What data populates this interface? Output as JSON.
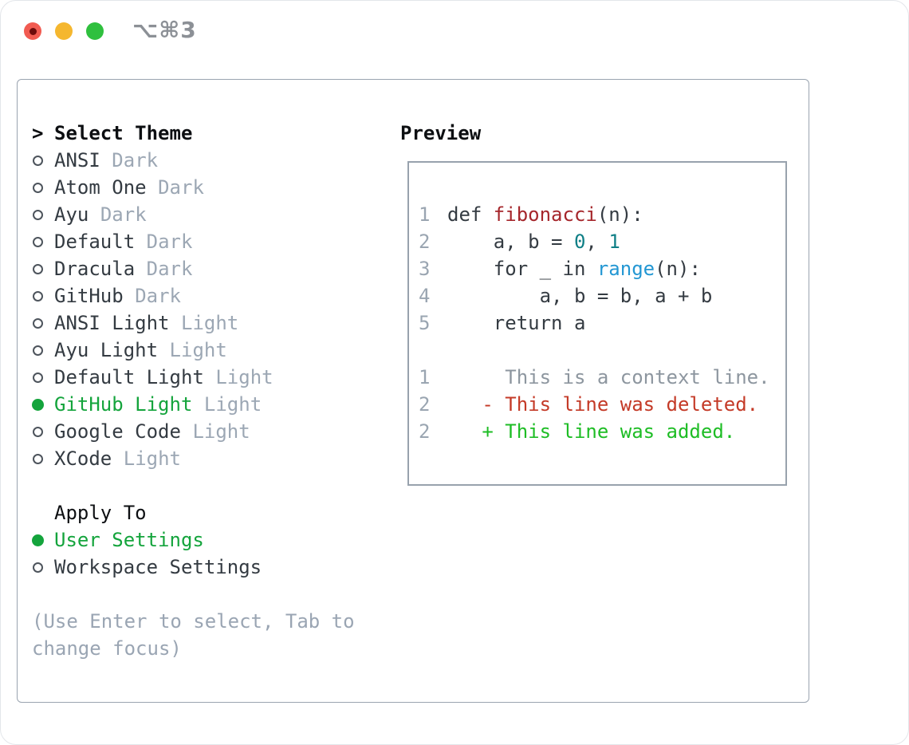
{
  "window": {
    "title": "⌥⌘3",
    "traffic_lights": [
      {
        "icon": "close-icon",
        "color": "#f15b51",
        "has_inner_dot": true
      },
      {
        "icon": "minimize-icon",
        "color": "#f5b72f",
        "has_inner_dot": false
      },
      {
        "icon": "zoom-icon",
        "color": "#2fc03e",
        "has_inner_dot": false
      }
    ]
  },
  "theme_panel": {
    "prompt": {
      "marker": ">",
      "label": "Select Theme"
    },
    "themes": [
      {
        "name": "ANSI",
        "variant": "Dark",
        "selected": false
      },
      {
        "name": "Atom One",
        "variant": "Dark",
        "selected": false
      },
      {
        "name": "Ayu",
        "variant": "Dark",
        "selected": false
      },
      {
        "name": "Default",
        "variant": "Dark",
        "selected": false
      },
      {
        "name": "Dracula",
        "variant": "Dark",
        "selected": false
      },
      {
        "name": "GitHub",
        "variant": "Dark",
        "selected": false
      },
      {
        "name": "ANSI Light",
        "variant": "Light",
        "selected": false
      },
      {
        "name": "Ayu Light",
        "variant": "Light",
        "selected": false
      },
      {
        "name": "Default Light",
        "variant": "Light",
        "selected": false
      },
      {
        "name": "GitHub Light",
        "variant": "Light",
        "selected": true
      },
      {
        "name": "Google Code",
        "variant": "Light",
        "selected": false
      },
      {
        "name": "XCode",
        "variant": "Light",
        "selected": false
      }
    ],
    "apply_to": {
      "label": "Apply To",
      "options": [
        {
          "name": "User Settings",
          "selected": true
        },
        {
          "name": "Workspace Settings",
          "selected": false
        }
      ]
    },
    "help_lines": [
      "(Use Enter to select, Tab to",
      "change focus)"
    ]
  },
  "preview": {
    "label": "Preview",
    "lines": [
      {
        "num": "1",
        "segments": [
          {
            "t": "def ",
            "c": "code"
          },
          {
            "t": "fibonacci",
            "c": "func"
          },
          {
            "t": "(n):",
            "c": "code"
          }
        ]
      },
      {
        "num": "2",
        "segments": [
          {
            "t": "    a, b = ",
            "c": "code"
          },
          {
            "t": "0",
            "c": "num"
          },
          {
            "t": ", ",
            "c": "code"
          },
          {
            "t": "1",
            "c": "num"
          }
        ]
      },
      {
        "num": "3",
        "segments": [
          {
            "t": "    for _ in ",
            "c": "code"
          },
          {
            "t": "range",
            "c": "builtin"
          },
          {
            "t": "(n):",
            "c": "code"
          }
        ]
      },
      {
        "num": "4",
        "segments": [
          {
            "t": "        a, b = b, a + b",
            "c": "code"
          }
        ]
      },
      {
        "num": "5",
        "segments": [
          {
            "t": "    return a",
            "c": "code"
          }
        ]
      },
      {
        "num": "",
        "segments": []
      },
      {
        "num": "1",
        "segments": [
          {
            "t": "     This is a context line.",
            "c": "context"
          }
        ]
      },
      {
        "num": "2",
        "segments": [
          {
            "t": "   - This line was deleted.",
            "c": "deleted"
          }
        ]
      },
      {
        "num": "2",
        "segments": [
          {
            "t": "   + This line was added.",
            "c": "added"
          }
        ]
      }
    ]
  },
  "colors": {
    "dark": "#343b42",
    "black": "#0d0f12",
    "variant": "#9ca7b4",
    "help": "#9aa5b3",
    "gutter": "#9aa5b1",
    "green_sel": "#14a43c",
    "red_func": "#a5262b",
    "teal": "#0f7f86",
    "blue": "#2397d3",
    "context": "#8d969f",
    "deleted": "#c43a27",
    "added": "#1ebd25",
    "border_panel": "#9aa4b0",
    "border_box": "#98a2ad",
    "light_red": "#f15b51",
    "light_red_dot": "#6d0b0b",
    "light_yellow": "#f5b72f",
    "light_green": "#2fc03e",
    "title": "#8c9096"
  }
}
